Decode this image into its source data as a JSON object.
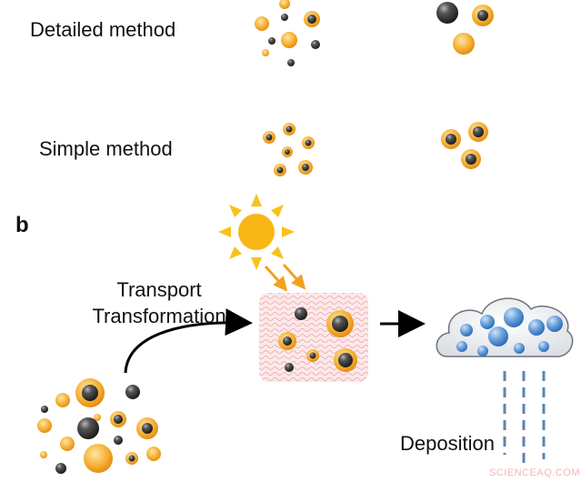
{
  "labels": {
    "detailed": "Detailed method",
    "simple": "Simple method",
    "panel": "b",
    "transport": "Transport",
    "transformation": "Transformation",
    "deposition": "Deposition",
    "watermark": "SCIENCEAQ.COM"
  },
  "colors": {
    "orange": "#f2a11f",
    "orange_light": "#f6bd4d",
    "black_particle": "#3a3a3a",
    "blue_droplet": "#5b95d6",
    "rain": "#5a86b0",
    "sun": "#f7c21a",
    "haze_lines": "#f0a0a0"
  },
  "icons": [
    "sun-icon",
    "cloud-icon",
    "arrow-icon",
    "rain-icon"
  ]
}
